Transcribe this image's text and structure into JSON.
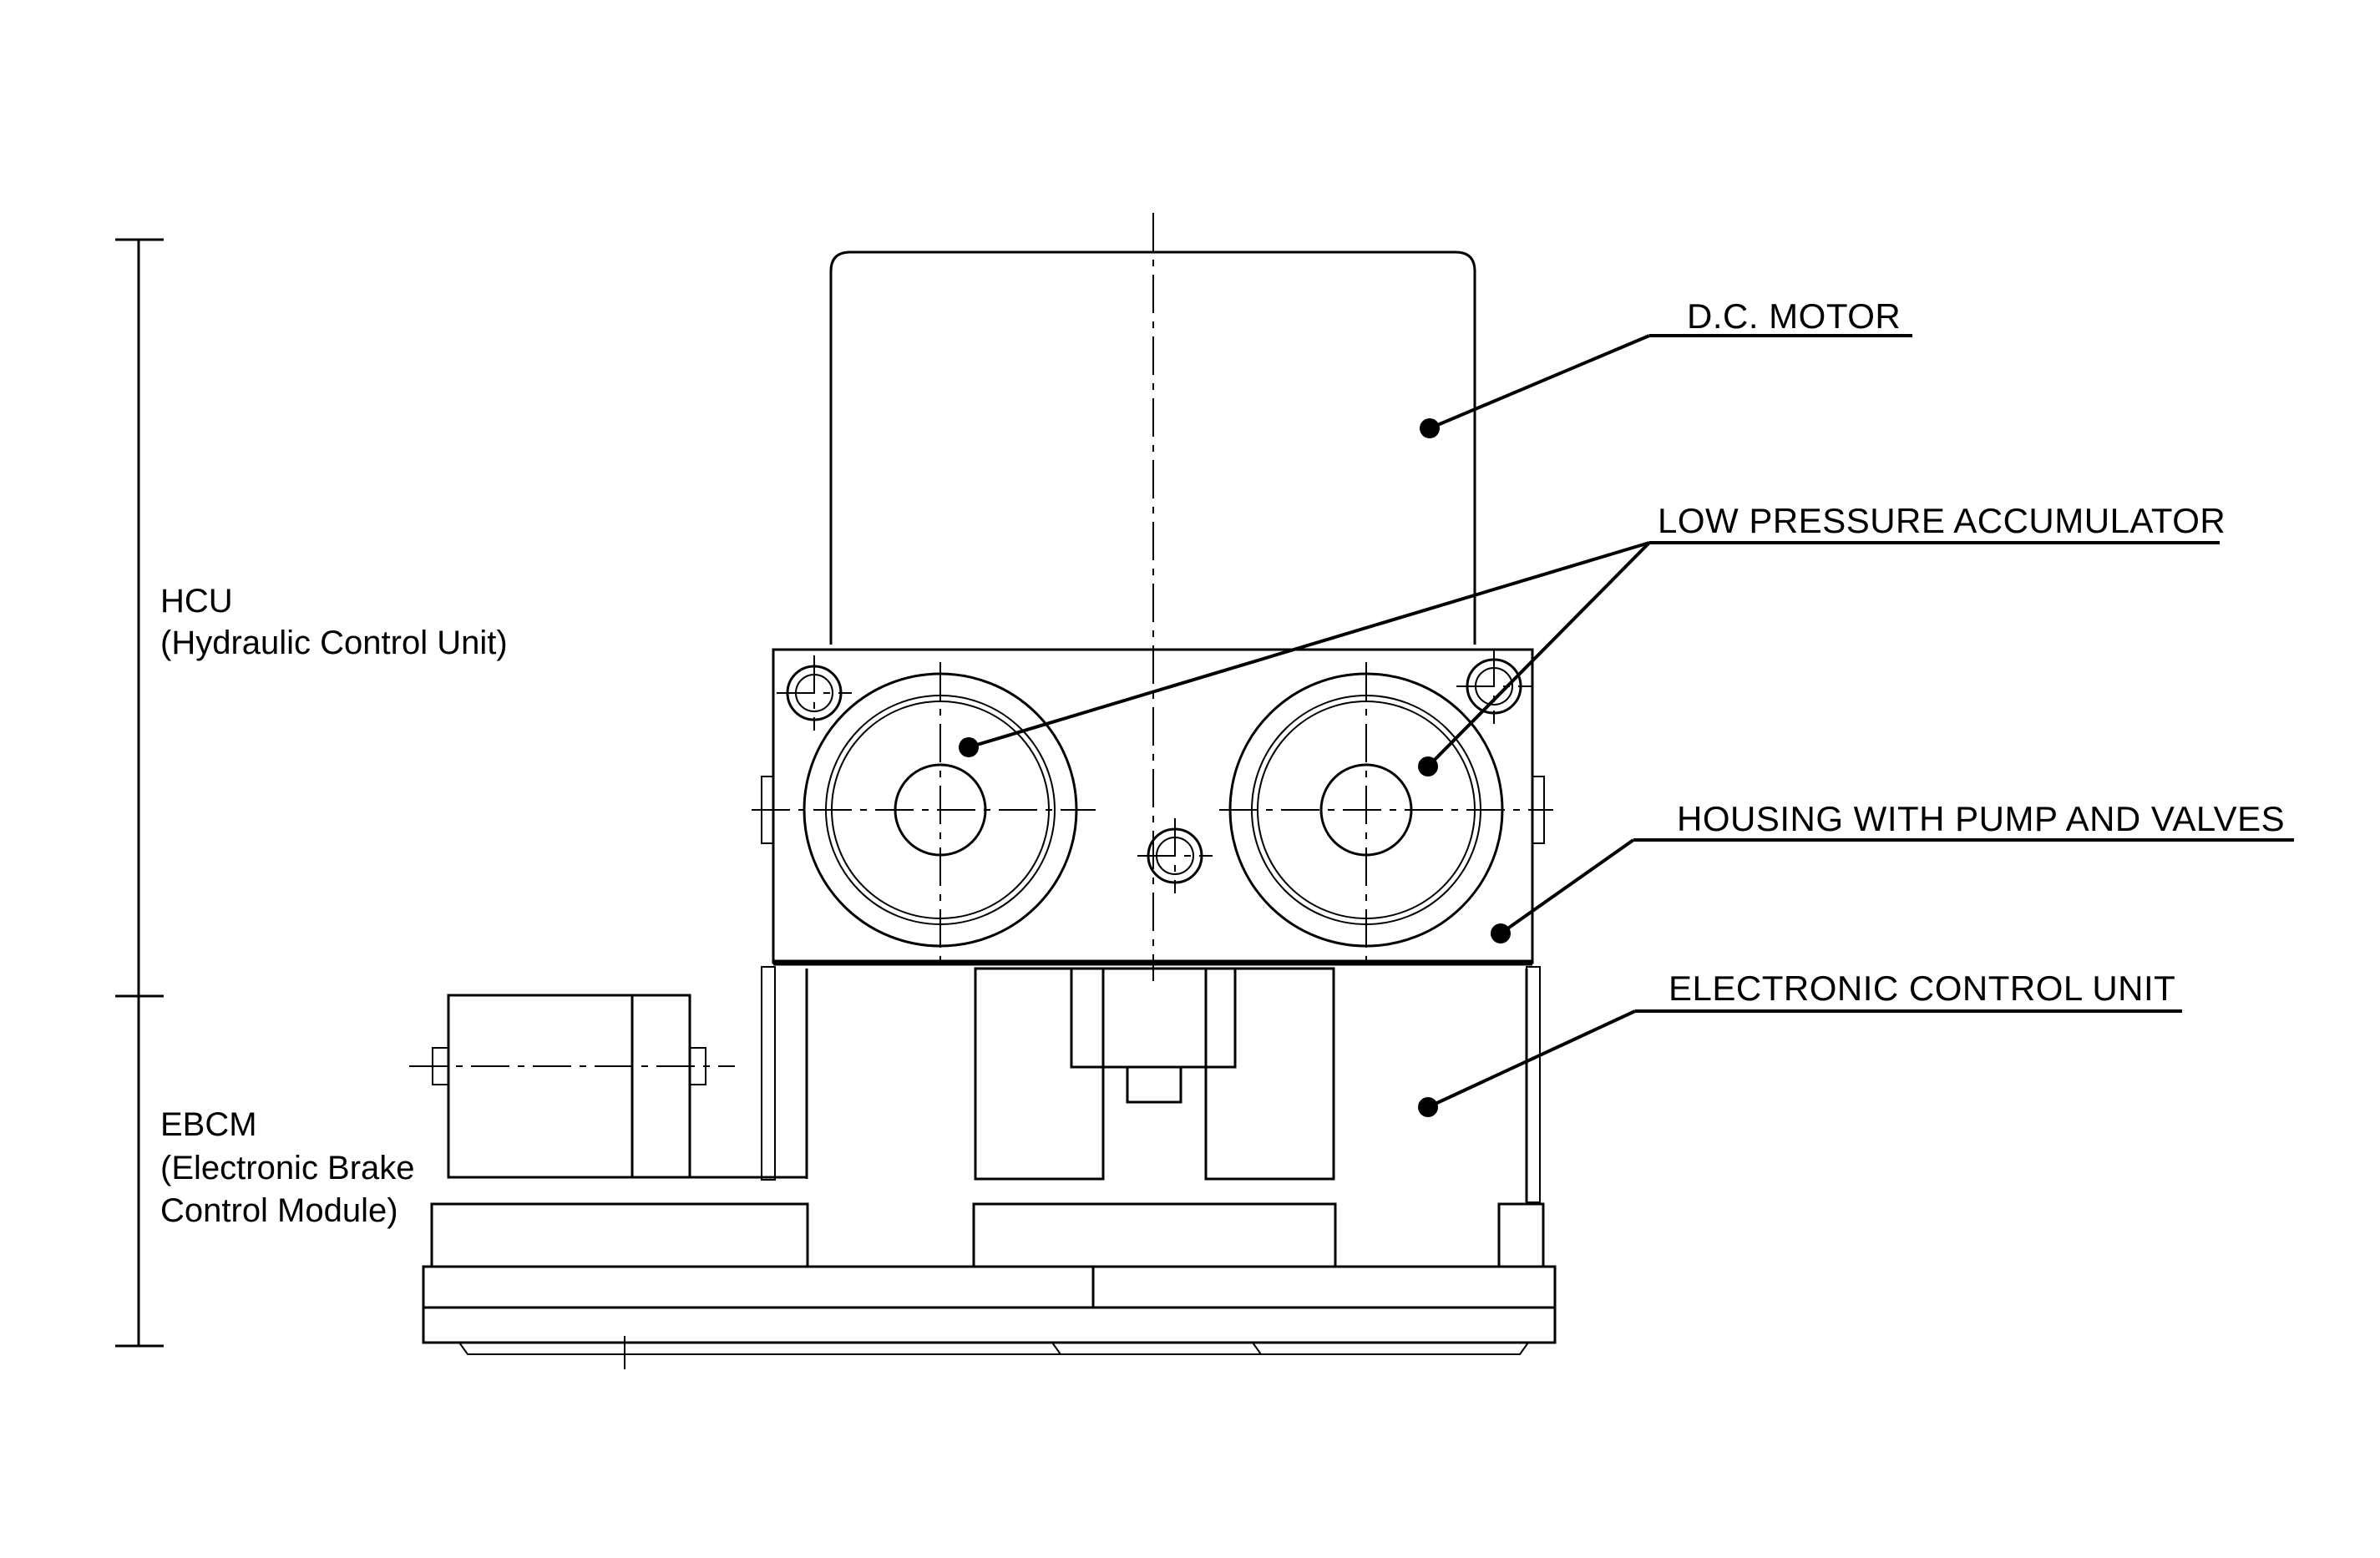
{
  "callouts": {
    "dc_motor": "D.C. MOTOR",
    "low_pressure_accumulator": "LOW PRESSURE ACCUMULATOR",
    "housing": "HOUSING WITH PUMP AND VALVES",
    "ecu": "ELECTRONIC CONTROL UNIT"
  },
  "sections": {
    "hcu": {
      "abbr": "HCU",
      "full": "(Hydraulic Control Unit)"
    },
    "ebcm": {
      "abbr": "EBCM",
      "line1": "(Electronic Brake",
      "line2": "Control Module)"
    }
  }
}
